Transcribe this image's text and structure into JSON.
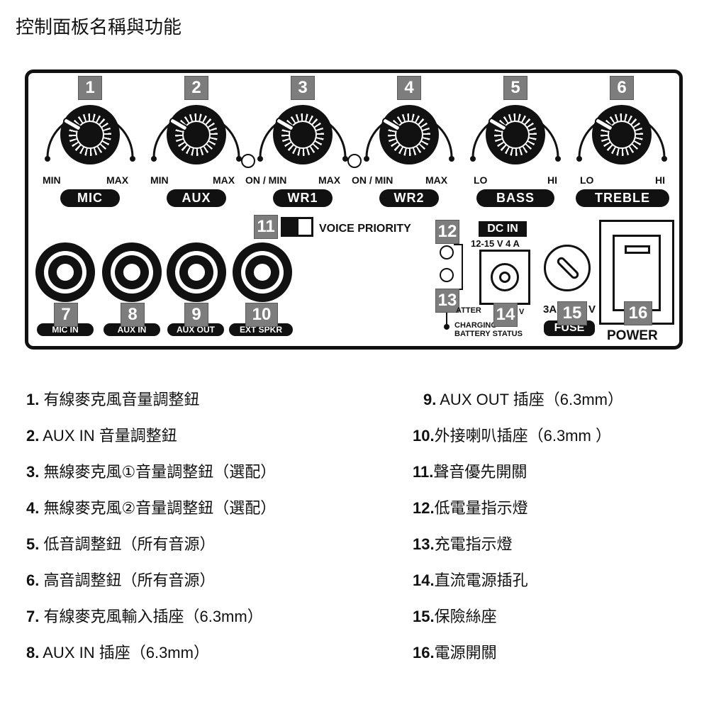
{
  "title": "控制面板名稱與功能",
  "knobs": [
    {
      "badge": "1",
      "min": "MIN",
      "max": "MAX",
      "label": "MIC"
    },
    {
      "badge": "2",
      "min": "MIN",
      "max": "MAX",
      "label": "AUX"
    },
    {
      "badge": "3",
      "min": "ON / MIN",
      "max": "MAX",
      "label": "WR1"
    },
    {
      "badge": "4",
      "min": "ON / MIN",
      "max": "MAX",
      "label": "WR2"
    },
    {
      "badge": "5",
      "min": "LO",
      "max": "HI",
      "label": "BASS"
    },
    {
      "badge": "6",
      "min": "LO",
      "max": "HI",
      "label": "TREBLE"
    }
  ],
  "jacks": [
    {
      "badge": "7",
      "label": "MIC IN"
    },
    {
      "badge": "8",
      "label": "AUX IN"
    },
    {
      "badge": "9",
      "label": "AUX OUT"
    },
    {
      "badge": "10",
      "label": "EXT SPKR"
    }
  ],
  "switch": {
    "badge": "11",
    "label": "VOICE PRIORITY"
  },
  "leds": {
    "badge12": "12",
    "badge13": "13",
    "charging": "CHARGING",
    "battery_status": "BATTERY STATUS",
    "battery_partial": "ATTER"
  },
  "dc": {
    "title": "DC IN",
    "spec": "12-15 V 4 A",
    "badge": "14",
    "partial": "V"
  },
  "fuse": {
    "badge": "15",
    "label": "FUSE",
    "rating_left": "3A",
    "rating_right": "V"
  },
  "power": {
    "badge": "16",
    "label": "POWER"
  },
  "legend_left": [
    {
      "num": "1.",
      "text": " 有線麥克風音量調整鈕"
    },
    {
      "num": "2.",
      "text": " AUX IN 音量調整鈕"
    },
    {
      "num": "3.",
      "text": " 無線麥克風①音量調整鈕（選配）"
    },
    {
      "num": "4.",
      "text": " 無線麥克風②音量調整鈕（選配）"
    },
    {
      "num": "5.",
      "text": " 低音調整鈕（所有音源）"
    },
    {
      "num": "6.",
      "text": " 高音調整鈕（所有音源）"
    },
    {
      "num": "7.",
      "text": " 有線麥克風輸入插座（6.3mm）"
    },
    {
      "num": "8.",
      "text": " AUX IN 插座（6.3mm）"
    }
  ],
  "legend_right": [
    {
      "num": "9.",
      "text": " AUX OUT 插座（6.3mm）"
    },
    {
      "num": "10.",
      "text": "外接喇叭插座（6.3mm ）"
    },
    {
      "num": "11.",
      "text": "聲音優先開關"
    },
    {
      "num": "12.",
      "text": "低電量指示燈"
    },
    {
      "num": "13.",
      "text": "充電指示燈"
    },
    {
      "num": "14.",
      "text": "直流電源插孔"
    },
    {
      "num": "15.",
      "text": "保險絲座"
    },
    {
      "num": "16.",
      "text": "電源開關"
    }
  ]
}
